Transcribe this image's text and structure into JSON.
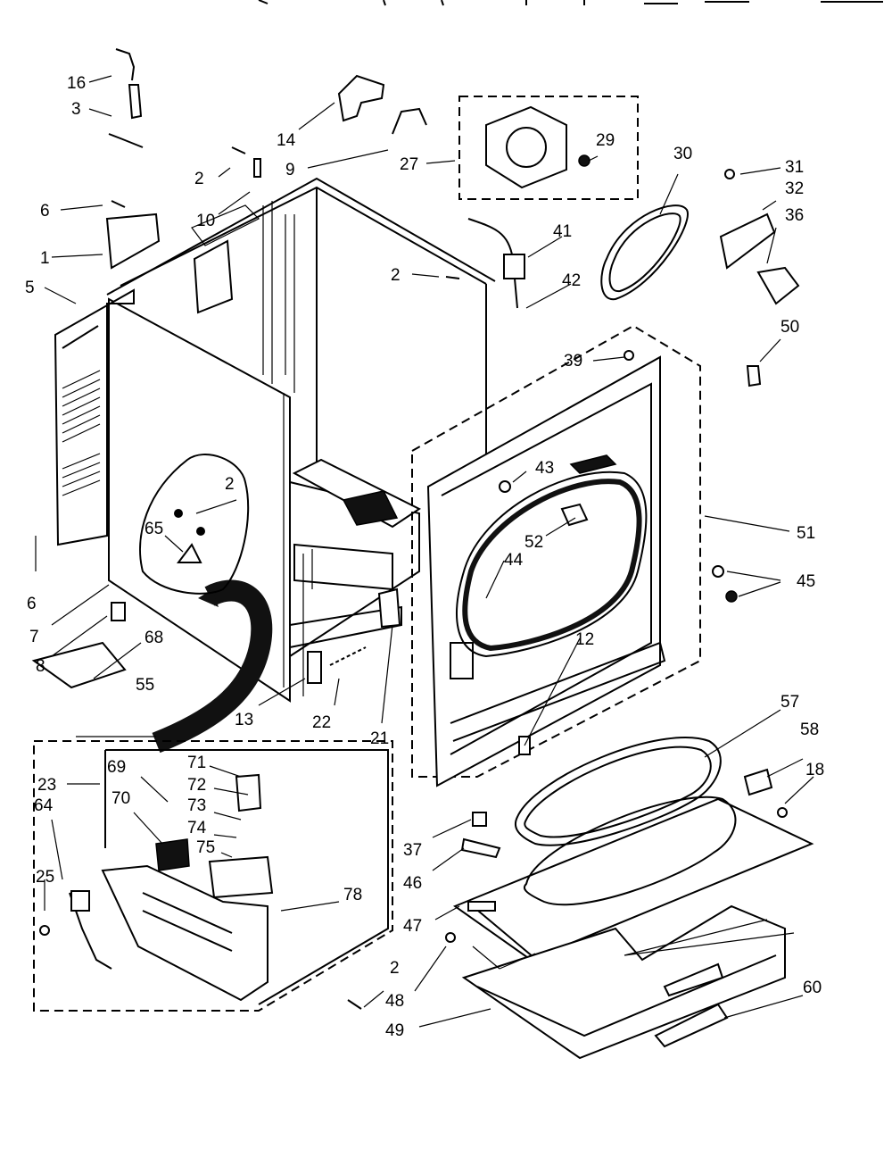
{
  "colors": {
    "ink": "#000000",
    "paper": "#ffffff"
  },
  "callouts": [
    {
      "id": "c16",
      "text": "16"
    },
    {
      "id": "c3",
      "text": "3"
    },
    {
      "id": "c14",
      "text": "14"
    },
    {
      "id": "c9",
      "text": "9"
    },
    {
      "id": "c27",
      "text": "27"
    },
    {
      "id": "c29",
      "text": "29"
    },
    {
      "id": "c30",
      "text": "30"
    },
    {
      "id": "c31",
      "text": "31"
    },
    {
      "id": "c32",
      "text": "32"
    },
    {
      "id": "c36",
      "text": "36"
    },
    {
      "id": "c2a",
      "text": "2"
    },
    {
      "id": "c6a",
      "text": "6"
    },
    {
      "id": "c10",
      "text": "10"
    },
    {
      "id": "c1",
      "text": "1"
    },
    {
      "id": "c5",
      "text": "5"
    },
    {
      "id": "c41",
      "text": "41"
    },
    {
      "id": "c2b",
      "text": "2"
    },
    {
      "id": "c42",
      "text": "42"
    },
    {
      "id": "c50",
      "text": "50"
    },
    {
      "id": "c39",
      "text": "39"
    },
    {
      "id": "c2c",
      "text": "2"
    },
    {
      "id": "c43",
      "text": "43"
    },
    {
      "id": "c65",
      "text": "65"
    },
    {
      "id": "c52",
      "text": "52"
    },
    {
      "id": "c51",
      "text": "51"
    },
    {
      "id": "c44",
      "text": "44"
    },
    {
      "id": "c45",
      "text": "45"
    },
    {
      "id": "c6b",
      "text": "6"
    },
    {
      "id": "c7",
      "text": "7"
    },
    {
      "id": "c8",
      "text": "8"
    },
    {
      "id": "c68",
      "text": "68"
    },
    {
      "id": "c12",
      "text": "12"
    },
    {
      "id": "c13",
      "text": "13"
    },
    {
      "id": "c22",
      "text": "22"
    },
    {
      "id": "c21",
      "text": "21"
    },
    {
      "id": "c55",
      "text": "55"
    },
    {
      "id": "c57",
      "text": "57"
    },
    {
      "id": "c58",
      "text": "58"
    },
    {
      "id": "c18",
      "text": "18"
    },
    {
      "id": "c23",
      "text": "23"
    },
    {
      "id": "c69",
      "text": "69"
    },
    {
      "id": "c71",
      "text": "71"
    },
    {
      "id": "c72",
      "text": "72"
    },
    {
      "id": "c70",
      "text": "70"
    },
    {
      "id": "c73",
      "text": "73"
    },
    {
      "id": "c74",
      "text": "74"
    },
    {
      "id": "c64",
      "text": "64"
    },
    {
      "id": "c75",
      "text": "75"
    },
    {
      "id": "c37",
      "text": "37"
    },
    {
      "id": "c46",
      "text": "46"
    },
    {
      "id": "c25",
      "text": "25"
    },
    {
      "id": "c78",
      "text": "78"
    },
    {
      "id": "c47",
      "text": "47"
    },
    {
      "id": "c2d",
      "text": "2"
    },
    {
      "id": "c48",
      "text": "48"
    },
    {
      "id": "c60",
      "text": "60"
    },
    {
      "id": "c49",
      "text": "49"
    }
  ]
}
